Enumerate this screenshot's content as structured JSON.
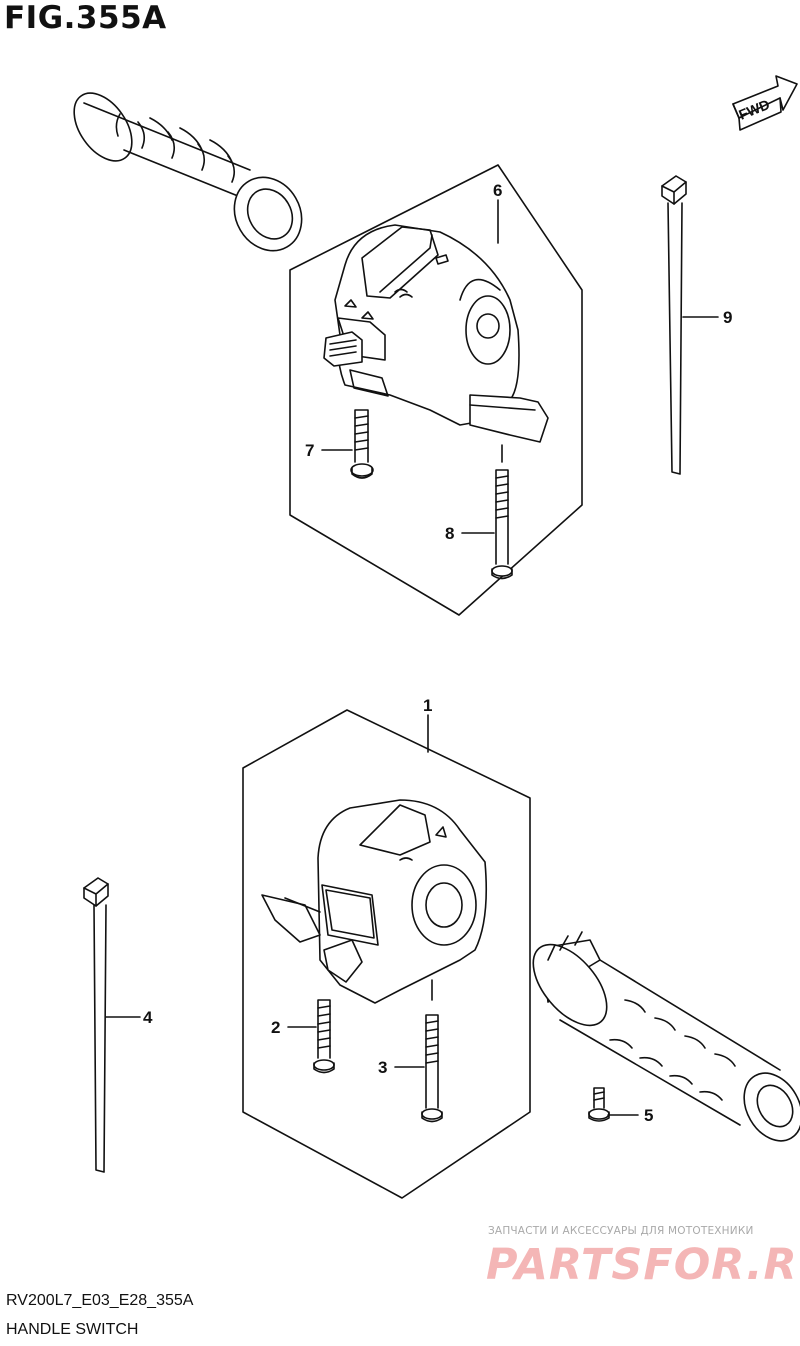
{
  "figure": {
    "title": "FIG.355A",
    "fwd_label": "FWD"
  },
  "callouts": {
    "c1": "1",
    "c2": "2",
    "c3": "3",
    "c4": "4",
    "c5": "5",
    "c6": "6",
    "c7": "7",
    "c8": "8",
    "c9": "9"
  },
  "footer": {
    "model_code": "RV200L7_E03_E28_355A",
    "caption": "HANDLE SWITCH"
  },
  "watermark": {
    "tagline": "ЗАПЧАСТИ И АКСЕССУАРЫ ДЛЯ МОТОТЕХНИКИ",
    "logo": "PARTSFOR.RU"
  }
}
